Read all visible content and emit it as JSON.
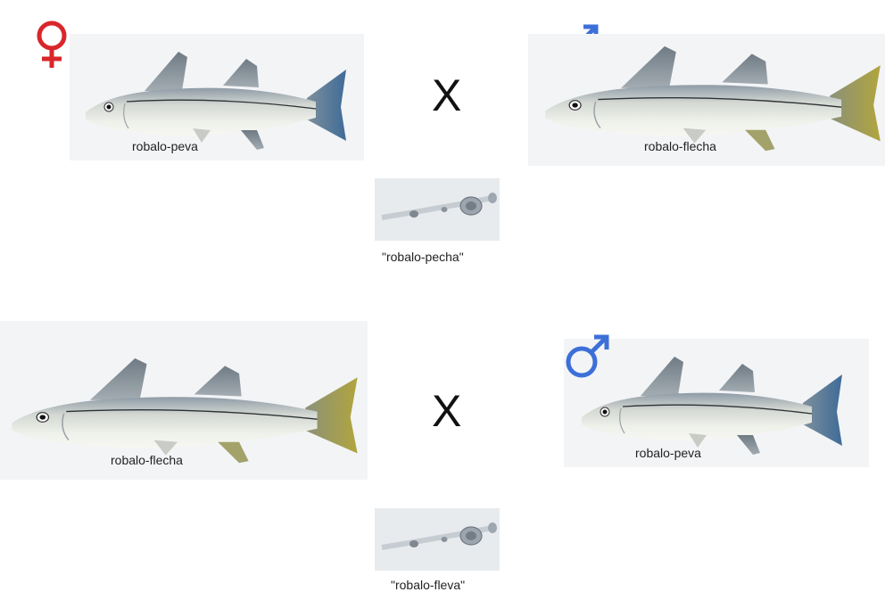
{
  "colors": {
    "female": "#d9262b",
    "male": "#3d6fd8",
    "text": "#222222"
  },
  "crosses": [
    {
      "female": {
        "symbol_icon": "female-symbol-icon",
        "fish_label": "robalo-peva"
      },
      "operator": "X",
      "male": {
        "symbol_icon": "male-symbol-icon",
        "fish_label": "robalo-flecha"
      },
      "hybrid_label": "\"robalo-pecha\""
    },
    {
      "female": {
        "symbol_icon": "female-symbol-icon",
        "fish_label": "robalo-flecha"
      },
      "operator": "X",
      "male": {
        "symbol_icon": "male-symbol-icon",
        "fish_label": "robalo-peva"
      },
      "hybrid_label": "\"robalo-fleva\""
    }
  ]
}
